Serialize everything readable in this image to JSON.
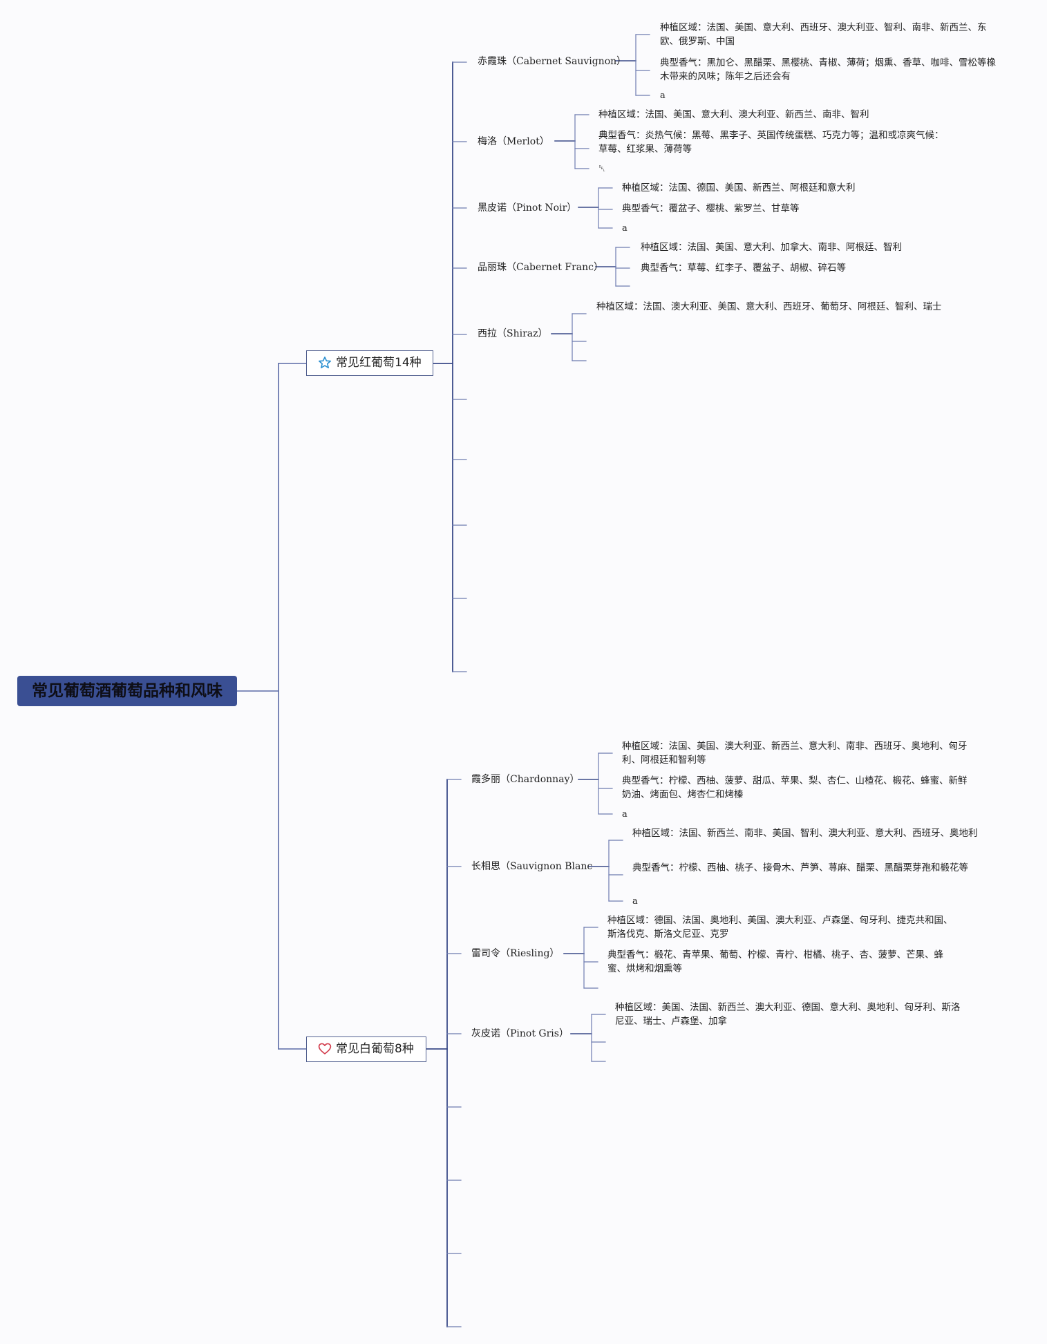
{
  "root": {
    "title": "常见葡萄酒葡萄品种和风味"
  },
  "red": {
    "label": "常见红葡萄14种",
    "icon": "star-icon",
    "varieties": [
      {
        "name": "赤霞珠（Cabernet Sauvignon）",
        "details": [
          "种植区域：法国、美国、意大利、西班牙、澳大利亚、智利、南非、新西兰、东欧、俄罗斯、中国",
          "典型香气：黑加仑、黑醋栗、黑樱桃、青椒、薄荷；烟熏、香草、咖啡、雪松等橡木带来的风味；陈年之后还会有",
          "a"
        ]
      },
      {
        "name": "梅洛（Merlot）",
        "details": [
          "种植区域：法国、美国、意大利、澳大利亚、新西兰、南非、智利",
          "典型香气：炎热气候：黑莓、黑李子、英国传统蛋糕、巧克力等；温和或凉爽气候：草莓、红浆果、薄荷等",
          "␡"
        ]
      },
      {
        "name": "黑皮诺（Pinot Noir）",
        "details": [
          "种植区域：法国、德国、美国、新西兰、阿根廷和意大利",
          "典型香气：覆盆子、樱桃、紫罗兰、甘草等",
          "a"
        ]
      },
      {
        "name": "品丽珠（Cabernet Franc）",
        "details": [
          "种植区域：法国、美国、意大利、加拿大、南非、阿根廷、智利",
          "典型香气：草莓、红李子、覆盆子、胡椒、碎石等",
          ""
        ]
      },
      {
        "name": "西拉（Shiraz）",
        "details": [
          "种植区域：法国、澳大利亚、美国、意大利、西班牙、葡萄牙、阿根廷、智利、瑞士",
          "",
          ""
        ]
      }
    ]
  },
  "white": {
    "label": "常见白葡萄8种",
    "icon": "heart-icon",
    "varieties": [
      {
        "name": "霞多丽（Chardonnay）",
        "details": [
          "种植区域：法国、美国、澳大利亚、新西兰、意大利、南非、西班牙、奥地利、匈牙利、阿根廷和智利等",
          "典型香气：柠檬、西柚、菠萝、甜瓜、苹果、梨、杏仁、山楂花、椴花、蜂蜜、新鲜奶油、烤面包、烤杏仁和烤榛",
          "a"
        ]
      },
      {
        "name": "长相思（Sauvignon Blanc",
        "details": [
          "种植区域：法国、新西兰、南非、美国、智利、澳大利亚、意大利、西班牙、奥地利",
          "典型香气：柠檬、西柚、桃子、接骨木、芦笋、荨麻、醋栗、黑醋栗芽孢和椴花等",
          "a"
        ]
      },
      {
        "name": "雷司令（Riesling）",
        "details": [
          "种植区域：德国、法国、奥地利、美国、澳大利亚、卢森堡、匈牙利、捷克共和国、斯洛伐克、斯洛文尼亚、克罗",
          "典型香气：椴花、青苹果、葡萄、柠檬、青柠、柑橘、桃子、杏、菠萝、芒果、蜂蜜、烘烤和烟熏等",
          ""
        ]
      },
      {
        "name": "灰皮诺（Pinot Gris）",
        "details": [
          "种植区域：美国、法国、新西兰、澳大利亚、德国、意大利、奥地利、匈牙利、斯洛尼亚、瑞士、卢森堡、加拿",
          "",
          ""
        ]
      }
    ]
  }
}
